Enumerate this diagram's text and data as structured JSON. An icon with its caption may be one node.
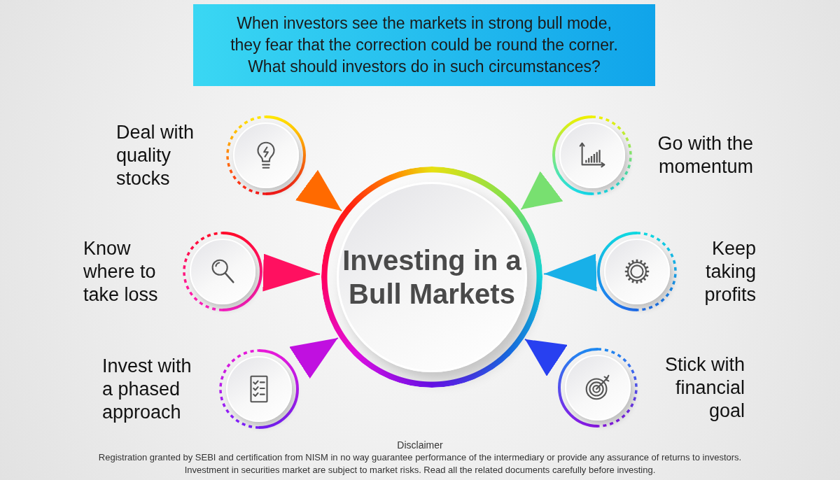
{
  "diagram": {
    "title": "When investors see the markets in strong bull mode, they fear that the correction could be round the corner. What should investors do in such circumstances?",
    "nodes": [
      {
        "text": [
          "Investing in a Bull Markets"
        ]
      },
      {
        "text": [
          "Deal with quality stocks"
        ]
      },
      {
        "text": [
          "Go with the momentum"
        ]
      },
      {
        "text": [
          "Know where to take loss"
        ]
      },
      {
        "text": [
          "Keep taking profits"
        ]
      },
      {
        "text": [
          "Invest with a phased approach"
        ]
      },
      {
        "text": [
          "Stick with financial goal"
        ]
      }
    ],
    "edges": [
      {
        "from": 1,
        "to": 0,
        "arrow": "to",
        "color": "#ff6a00"
      },
      {
        "from": 2,
        "to": 0,
        "arrow": "to",
        "color": "#78e070"
      },
      {
        "from": 3,
        "to": 0,
        "arrow": "to",
        "color": "#ff1060"
      },
      {
        "from": 4,
        "to": 0,
        "arrow": "to",
        "color": "#18b0e8"
      },
      {
        "from": 5,
        "to": 0,
        "arrow": "to",
        "color": "#c010e0"
      },
      {
        "from": 6,
        "to": 0,
        "arrow": "to",
        "color": "#2840f0"
      }
    ],
    "labels": [
      "Disclaimer",
      "Registration granted by SEBI and certification from NISM in no way guarantee performance of the intermediary or provide any assurance of returns to investors.",
      "Investment in securities market are subject to market risks. Read all the related documents carefully before investing."
    ]
  }
}
